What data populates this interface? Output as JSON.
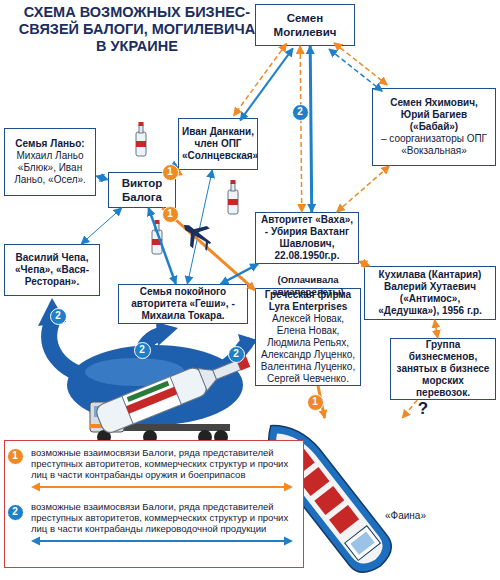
{
  "diagram": {
    "title": "СХЕМА ВОЗМОЖНЫХ БИЗНЕС-СВЯЗЕЙ БАЛОГИ, МОГИЛЕВИЧА В УКРАИНЕ",
    "nodes": [
      {
        "text": [
          "Семен Могилевич"
        ]
      },
      {
        "text": [
          "Семья Ланьо:",
          "Михаил Ланьо «Блюк», Иван Ланьо, «Осел»."
        ]
      },
      {
        "text": [
          "Иван Данкани, член ОПГ «Солнцевская»"
        ]
      },
      {
        "text": [
          "Семен Яхимович, Юрий Багиев («Бабай»)",
          "– соорганизаторы ОПГ «Вокзальная»"
        ]
      },
      {
        "text": [
          "Виктор Балога"
        ]
      },
      {
        "text": [
          "Авторитет «Ваха», - Убирия Вахтанг Шавлович, 22.08.1950г.р."
        ]
      },
      {
        "text": [
          "Василий Чепа, «Чепа», «Вася- Ресторан»."
        ]
      },
      {
        "text": [
          "Кухилава (Кантария) Валерий Хутаевич («Антимос», «Дедушка»), 1956 г.р."
        ]
      },
      {
        "text": [
          "Семья покойного авторитета «Геши», - Михаила Токара."
        ]
      },
      {
        "text": [
          "(Оплачивала авиаперелеты)",
          "Греческая фирма Lyra Enterprises",
          "Алексей Новак, Елена Новак, Людмила Репьях, Александр Луценко, Валентина Луценко, Сергей Чевченко."
        ]
      },
      {
        "text": [
          "Группа бизнесменов, занятых в бизнесе морских перевозок."
        ]
      },
      {
        "text": [
          "«Фаина»"
        ]
      }
    ],
    "edges": [
      {
        "from": 0,
        "to": 3,
        "arrow": "both"
      },
      {
        "from": 0,
        "to": 3,
        "arrow": "both"
      },
      {
        "from": 0,
        "to": 2,
        "arrow": "both"
      },
      {
        "from": 0,
        "to": 2,
        "arrow": "both"
      },
      {
        "from": 0,
        "to": 5,
        "arrow": "both"
      },
      {
        "from": 0,
        "to": 5,
        "arrow": "both"
      },
      {
        "from": 2,
        "to": 4,
        "arrow": "both"
      },
      {
        "from": 2,
        "to": 4,
        "arrow": "both"
      },
      {
        "from": 4,
        "to": 1,
        "arrow": "both"
      },
      {
        "from": 4,
        "to": 6,
        "arrow": "both"
      },
      {
        "from": 4,
        "to": 8,
        "arrow": "both"
      },
      {
        "from": 2,
        "to": 8,
        "arrow": "both"
      },
      {
        "from": 4,
        "to": 9,
        "arrow": "to"
      },
      {
        "from": 5,
        "to": 8,
        "arrow": "both"
      },
      {
        "from": 5,
        "to": 3,
        "arrow": "both"
      },
      {
        "from": 5,
        "to": 7,
        "arrow": "both"
      },
      {
        "from": 7,
        "to": 10,
        "arrow": "both"
      },
      {
        "from": 9,
        "to": 11,
        "arrow": "to"
      },
      {
        "from": 10,
        "to": 11,
        "label": "?",
        "arrow": "to"
      }
    ],
    "labels": [
      "1",
      "1",
      "1",
      "2",
      "2",
      "2",
      "2",
      "1",
      "2"
    ],
    "legend": [
      {
        "text": "возможные взаимосвязи Балоги, ряда представителей преступных авторитетов, коммерческих структур и прочих лиц в части контрабанды оружия и боеприпасов"
      },
      {
        "text": "возможные взаимосвязи Балоги, ряда представителей преступных авторитетов, коммерческих структур и прочих лиц в части контрабанды ликероводочной продукции"
      }
    ]
  }
}
